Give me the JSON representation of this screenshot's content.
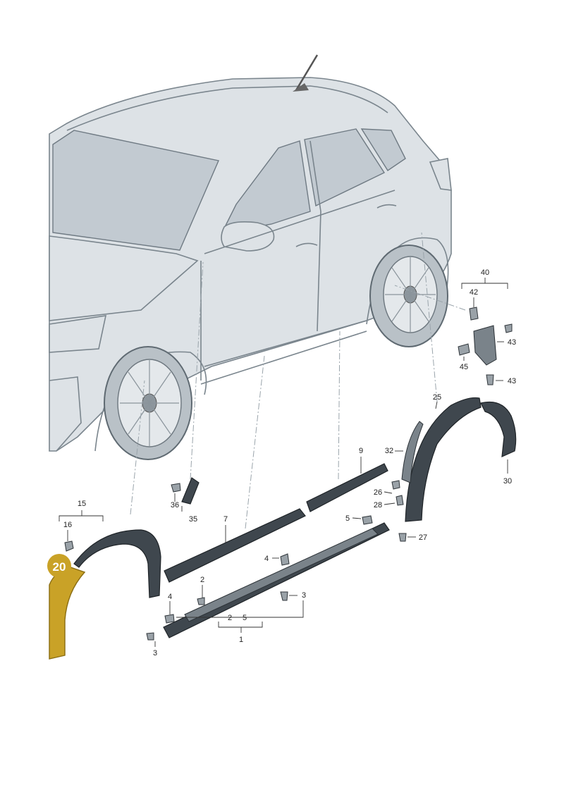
{
  "diagram": {
    "callouts": [
      {
        "id": "c1",
        "text": "1"
      },
      {
        "id": "c2a",
        "text": "2"
      },
      {
        "id": "c2b",
        "text": "2"
      },
      {
        "id": "c3a",
        "text": "3"
      },
      {
        "id": "c3b",
        "text": "3"
      },
      {
        "id": "c4a",
        "text": "4"
      },
      {
        "id": "c4b",
        "text": "4"
      },
      {
        "id": "c5a",
        "text": "5"
      },
      {
        "id": "c5b",
        "text": "5"
      },
      {
        "id": "c7",
        "text": "7"
      },
      {
        "id": "c9",
        "text": "9"
      },
      {
        "id": "c15",
        "text": "15"
      },
      {
        "id": "c16",
        "text": "16"
      },
      {
        "id": "c20",
        "text": "20"
      },
      {
        "id": "c25",
        "text": "25"
      },
      {
        "id": "c26",
        "text": "26"
      },
      {
        "id": "c27",
        "text": "27"
      },
      {
        "id": "c28",
        "text": "28"
      },
      {
        "id": "c30",
        "text": "30"
      },
      {
        "id": "c32",
        "text": "32"
      },
      {
        "id": "c35",
        "text": "35"
      },
      {
        "id": "c36",
        "text": "36"
      },
      {
        "id": "c40",
        "text": "40"
      },
      {
        "id": "c42",
        "text": "42"
      },
      {
        "id": "c43a",
        "text": "43"
      },
      {
        "id": "c43b",
        "text": "43"
      },
      {
        "id": "c45",
        "text": "45"
      }
    ],
    "highlight": {
      "part": "20",
      "color": "#c9a227"
    }
  }
}
